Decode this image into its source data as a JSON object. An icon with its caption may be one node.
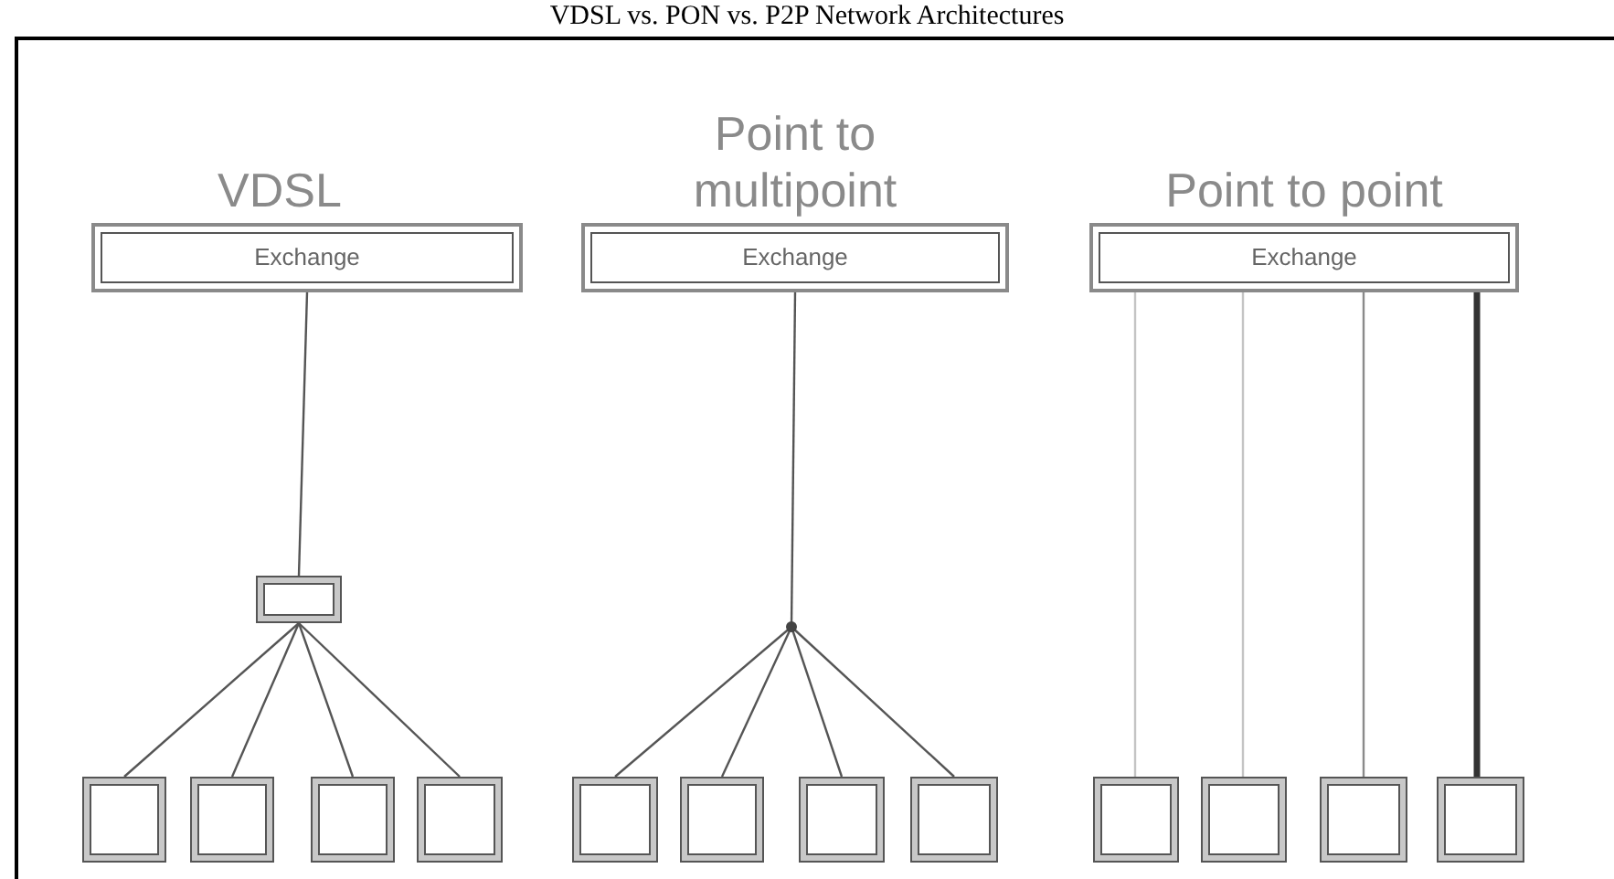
{
  "diagram": {
    "title": "VDSL vs. PON vs. P2P Network Architectures",
    "nodes": [
      {
        "text": [
          "Exchange"
        ]
      },
      {
        "text": [
          "Exchange"
        ]
      },
      {
        "text": [
          "Exchange"
        ]
      },
      {
        "text": [],
        "shape": "box"
      },
      {
        "text": [],
        "shape": "circle"
      },
      {
        "text": [],
        "shape": "box"
      },
      {
        "text": [],
        "shape": "box"
      },
      {
        "text": [],
        "shape": "box"
      },
      {
        "text": [],
        "shape": "box"
      },
      {
        "text": [],
        "shape": "box"
      },
      {
        "text": [],
        "shape": "box"
      },
      {
        "text": [],
        "shape": "box"
      },
      {
        "text": [],
        "shape": "box"
      },
      {
        "text": [],
        "shape": "box"
      },
      {
        "text": [],
        "shape": "box"
      },
      {
        "text": [],
        "shape": "box"
      },
      {
        "text": [],
        "shape": "box"
      }
    ],
    "edges": [
      {
        "from": 0,
        "to": 3,
        "arrow": "none"
      },
      {
        "from": 3,
        "to": 5,
        "arrow": "none"
      },
      {
        "from": 3,
        "to": 6,
        "arrow": "none"
      },
      {
        "from": 3,
        "to": 7,
        "arrow": "none"
      },
      {
        "from": 3,
        "to": 8,
        "arrow": "none"
      },
      {
        "from": 1,
        "to": 4,
        "arrow": "none"
      },
      {
        "from": 4,
        "to": 9,
        "arrow": "none"
      },
      {
        "from": 4,
        "to": 10,
        "arrow": "none"
      },
      {
        "from": 4,
        "to": 11,
        "arrow": "none"
      },
      {
        "from": 4,
        "to": 12,
        "arrow": "none"
      },
      {
        "from": 2,
        "to": 13,
        "arrow": "none",
        "color": "#c4c4c4"
      },
      {
        "from": 2,
        "to": 14,
        "arrow": "none",
        "color": "#c4c4c4"
      },
      {
        "from": 2,
        "to": 15,
        "arrow": "none",
        "color": "#8a8a8a"
      },
      {
        "from": 2,
        "to": 16,
        "arrow": "none",
        "style": "thick"
      }
    ],
    "labels": [
      "VDSL",
      "Point to multipoint",
      "Point to point"
    ]
  }
}
